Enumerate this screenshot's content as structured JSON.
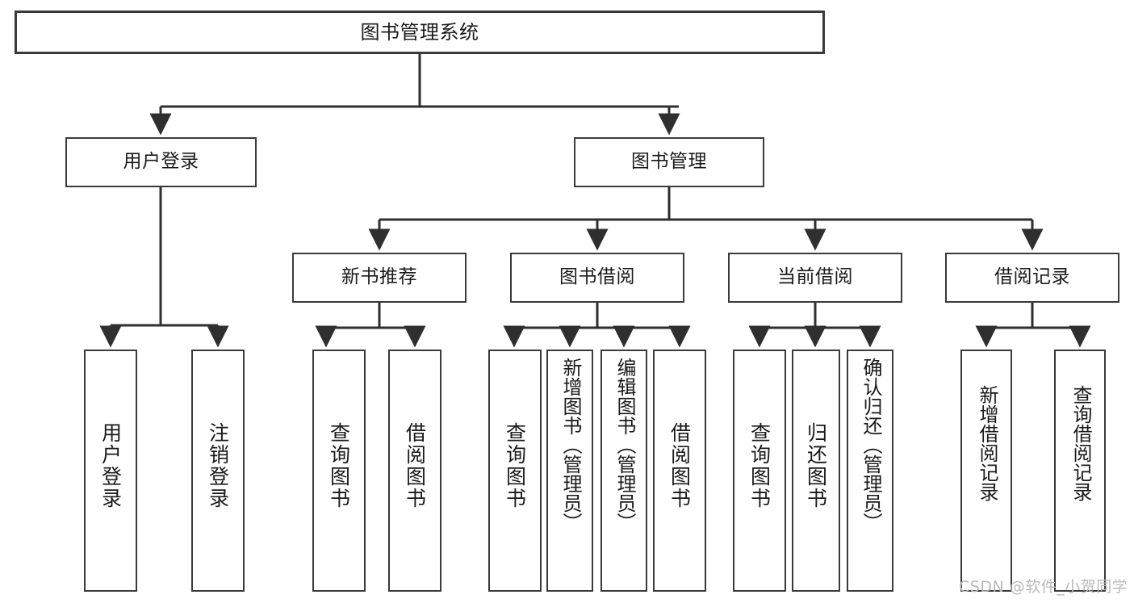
{
  "diagram": {
    "title": "图书管理系统",
    "watermark": "CSDN @软件_小贺同学",
    "colors": {
      "box_border": "#3a3a3a",
      "box_fill": "#ffffff",
      "edge": "#2f2f2f",
      "text": "#1a1a1a",
      "watermark": "#b9b9b9",
      "background": "#ffffff"
    }
  },
  "nodes": {
    "root": {
      "label": "图书管理系统"
    },
    "level2": [
      {
        "id": "user-login",
        "label": "用户登录"
      },
      {
        "id": "book-management",
        "label": "图书管理"
      }
    ],
    "level3": [
      {
        "id": "new-book-recommend",
        "label": "新书推荐"
      },
      {
        "id": "book-borrow",
        "label": "图书借阅"
      },
      {
        "id": "current-borrow",
        "label": "当前借阅"
      },
      {
        "id": "borrow-record",
        "label": "借阅记录"
      }
    ],
    "leaves": [
      {
        "id": "leaf-user-login",
        "label": "用户登录",
        "parent": "user-login"
      },
      {
        "id": "leaf-user-logout",
        "label": "注销登录",
        "parent": "user-login"
      },
      {
        "id": "leaf-query-book-1",
        "label": "查询图书",
        "parent": "new-book-recommend"
      },
      {
        "id": "leaf-borrow-book-1",
        "label": "借阅图书",
        "parent": "new-book-recommend"
      },
      {
        "id": "leaf-query-book-2",
        "label": "查询图书",
        "parent": "book-borrow"
      },
      {
        "id": "leaf-add-book",
        "label": "新增图书（管理员）",
        "parent": "book-borrow"
      },
      {
        "id": "leaf-edit-book",
        "label": "编辑图书（管理员）",
        "parent": "book-borrow"
      },
      {
        "id": "leaf-borrow-book-2",
        "label": "借阅图书",
        "parent": "book-borrow"
      },
      {
        "id": "leaf-query-book-3",
        "label": "查询图书",
        "parent": "current-borrow"
      },
      {
        "id": "leaf-return-book",
        "label": "归还图书",
        "parent": "current-borrow"
      },
      {
        "id": "leaf-confirm-return",
        "label": "确认归还（管理员）",
        "parent": "current-borrow"
      },
      {
        "id": "leaf-add-record",
        "label": "新增借阅记录",
        "parent": "borrow-record"
      },
      {
        "id": "leaf-query-record",
        "label": "查询借阅记录",
        "parent": "borrow-record"
      }
    ]
  }
}
